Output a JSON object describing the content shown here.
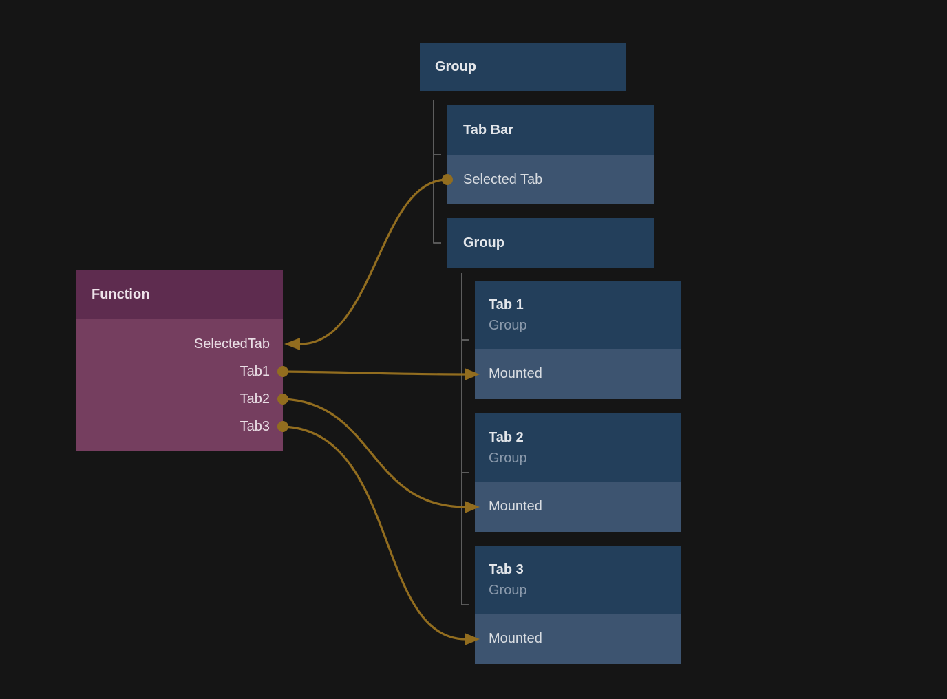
{
  "diagram": {
    "background_color": "#151515",
    "accent_color": "#926d1f",
    "node_header_color": "#233f5b",
    "node_row_color": "#3d5470",
    "function_header_color": "#5e2c4f",
    "function_body_color": "#753e5f",
    "tree_line_color": "#6f6f6f",
    "nodes": {
      "root_group": {
        "title": "Group"
      },
      "tab_bar": {
        "title": "Tab Bar",
        "rows": [
          {
            "label": "Selected Tab"
          }
        ]
      },
      "inner_group": {
        "title": "Group"
      },
      "tab_1": {
        "title": "Tab 1",
        "subtitle": "Group",
        "rows": [
          {
            "label": "Mounted"
          }
        ]
      },
      "tab_2": {
        "title": "Tab 2",
        "subtitle": "Group",
        "rows": [
          {
            "label": "Mounted"
          }
        ]
      },
      "tab_3": {
        "title": "Tab 3",
        "subtitle": "Group",
        "rows": [
          {
            "label": "Mounted"
          }
        ]
      },
      "function": {
        "title": "Function",
        "ports": [
          {
            "label": "SelectedTab",
            "direction": "input"
          },
          {
            "label": "Tab1",
            "direction": "output"
          },
          {
            "label": "Tab2",
            "direction": "output"
          },
          {
            "label": "Tab3",
            "direction": "output"
          }
        ]
      }
    },
    "connections": [
      {
        "from": "tab_bar.rows.Selected Tab",
        "to": "function.ports.SelectedTab"
      },
      {
        "from": "function.ports.Tab1",
        "to": "tab_1.rows.Mounted"
      },
      {
        "from": "function.ports.Tab2",
        "to": "tab_2.rows.Mounted"
      },
      {
        "from": "function.ports.Tab3",
        "to": "tab_3.rows.Mounted"
      }
    ]
  }
}
